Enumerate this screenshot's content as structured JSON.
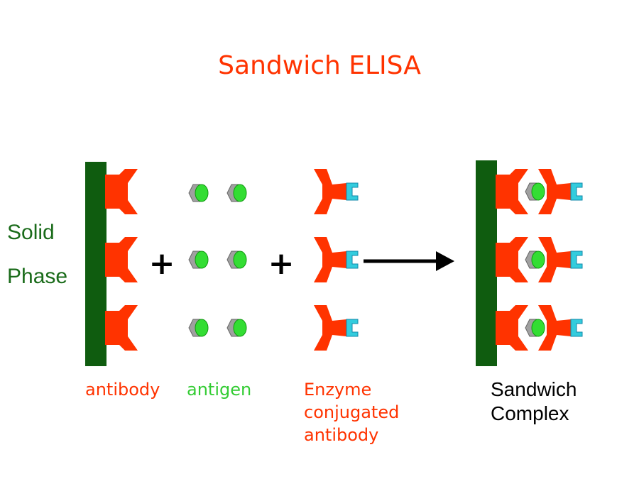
{
  "title": "Sandwich  ELISA",
  "solid_phase": {
    "line1": "Solid",
    "line2": "Phase"
  },
  "labels": {
    "antibody": "antibody",
    "antigen": "antigen",
    "enzyme_line1": "Enzyme",
    "enzyme_line2": "conjugated",
    "enzyme_line3": "antibody",
    "complex_line1": "Sandwich",
    "complex_line2": "Complex"
  },
  "symbols": {
    "plus": "+"
  },
  "colors": {
    "title": "#ff3300",
    "solid_phase": "#1a6b1a",
    "antibody": "#ff3300",
    "antigen": "#33cc33",
    "antigen_cap": "#999999",
    "enzyme": "#33ccdd",
    "arrow": "#000000"
  }
}
